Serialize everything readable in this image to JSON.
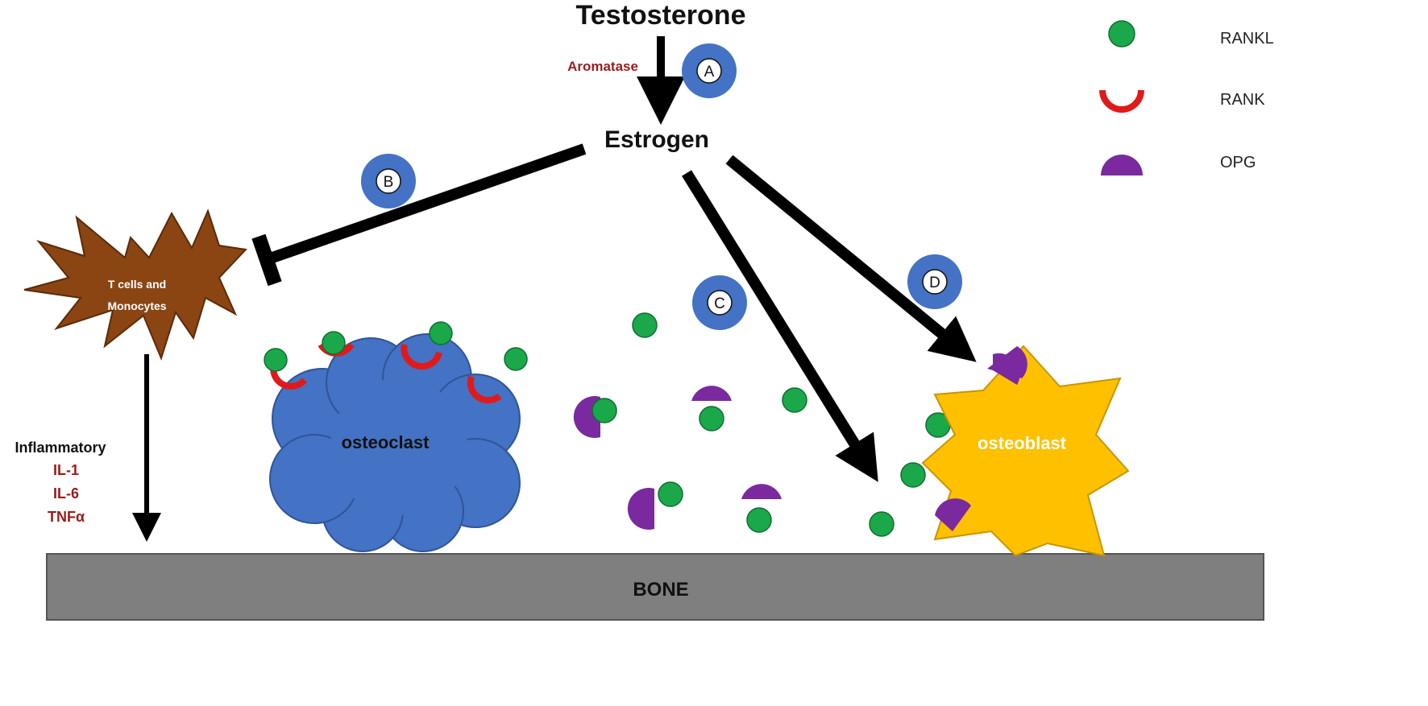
{
  "top": {
    "testosterone": "Testosterone",
    "aromatase": "Aromatase",
    "estrogen": "Estrogen"
  },
  "badges": {
    "a": "A",
    "b": "B",
    "c": "C",
    "d": "D"
  },
  "immune": {
    "line1": "T cells and",
    "line2": "Monocytes"
  },
  "inflammatory": {
    "title": "Inflammatory",
    "il1": "IL-1",
    "il6": "IL-6",
    "tnf": "TNFα"
  },
  "cells": {
    "osteoclast": "osteoclast",
    "osteoblast": "osteoblast"
  },
  "bone": "BONE",
  "legend": {
    "rankl": "RANKL",
    "rank": "RANK",
    "opg": "OPG"
  },
  "colors": {
    "rankl": "#1aa84a",
    "rank": "#e01a1a",
    "opg": "#7a2a9e",
    "osteoclast": "#4472c4",
    "osteoblast": "#ffc000",
    "badge": "#4472c4",
    "immune": "#8b4513",
    "bone": "#7f7f7f"
  }
}
